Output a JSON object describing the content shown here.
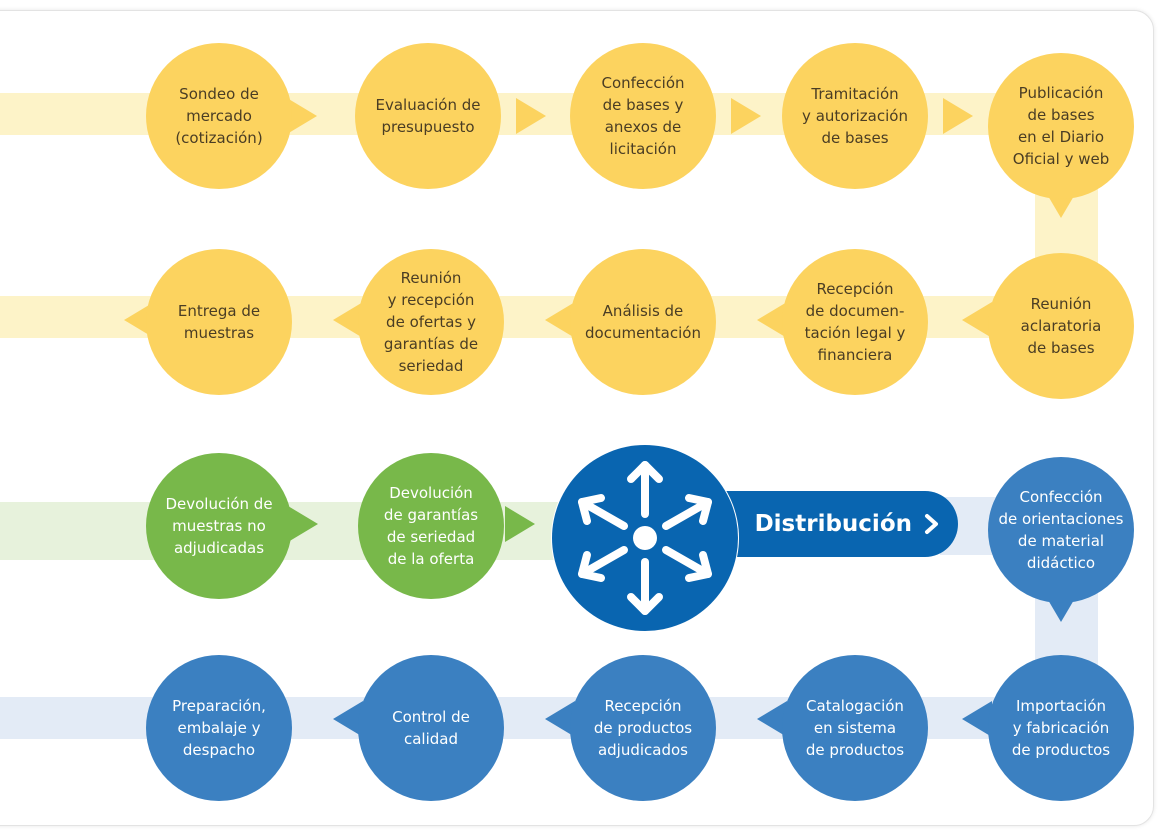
{
  "colors": {
    "yellow": "#fcd35f",
    "yellow_band": "#fdf3c8",
    "green": "#78b84a",
    "green_band": "#e7f2dc",
    "blue": "#3b80c1",
    "blue_band": "#e3ebf6",
    "hub_blue": "#0965b0"
  },
  "hub": {
    "icon": "distribution-arrows-icon",
    "label": "Distribución",
    "chevron_icon": "chevron-right-icon"
  },
  "steps": [
    {
      "label": "Sondeo de\nmercado\n(cotización)",
      "color": "yellow"
    },
    {
      "label": "Evaluación de\npresupuesto",
      "color": "yellow"
    },
    {
      "label": "Confección\nde bases y\nanexos de\nlicitación",
      "color": "yellow"
    },
    {
      "label": "Tramitación\ny autorización\nde bases",
      "color": "yellow"
    },
    {
      "label": "Publicación\nde bases\nen el Diario\nOficial y web",
      "color": "yellow"
    },
    {
      "label": "Reunión\naclaratoria\nde bases",
      "color": "yellow"
    },
    {
      "label": "Recepción\nde documen-\ntación legal y\nfinanciera",
      "color": "yellow"
    },
    {
      "label": "Análisis de\ndocumentación",
      "color": "yellow"
    },
    {
      "label": "Reunión\ny recepción\nde ofertas y\ngarantías de\nseriedad",
      "color": "yellow"
    },
    {
      "label": "Entrega de\nmuestras",
      "color": "yellow"
    },
    {
      "label": "Devolución de\nmuestras no\nadjudicadas",
      "color": "green"
    },
    {
      "label": "Devolución\nde garantías\nde seriedad\nde la oferta",
      "color": "green"
    },
    {
      "label": "Confección\nde orientaciones\nde material\ndidáctico",
      "color": "blue"
    },
    {
      "label": "Importación\ny fabricación\nde productos",
      "color": "blue"
    },
    {
      "label": "Catalogación\nen sistema\nde productos",
      "color": "blue"
    },
    {
      "label": "Recepción\nde productos\nadjudicados",
      "color": "blue"
    },
    {
      "label": "Control de\ncalidad",
      "color": "blue"
    },
    {
      "label": "Preparación,\nembalaje y\ndespacho",
      "color": "blue"
    }
  ]
}
